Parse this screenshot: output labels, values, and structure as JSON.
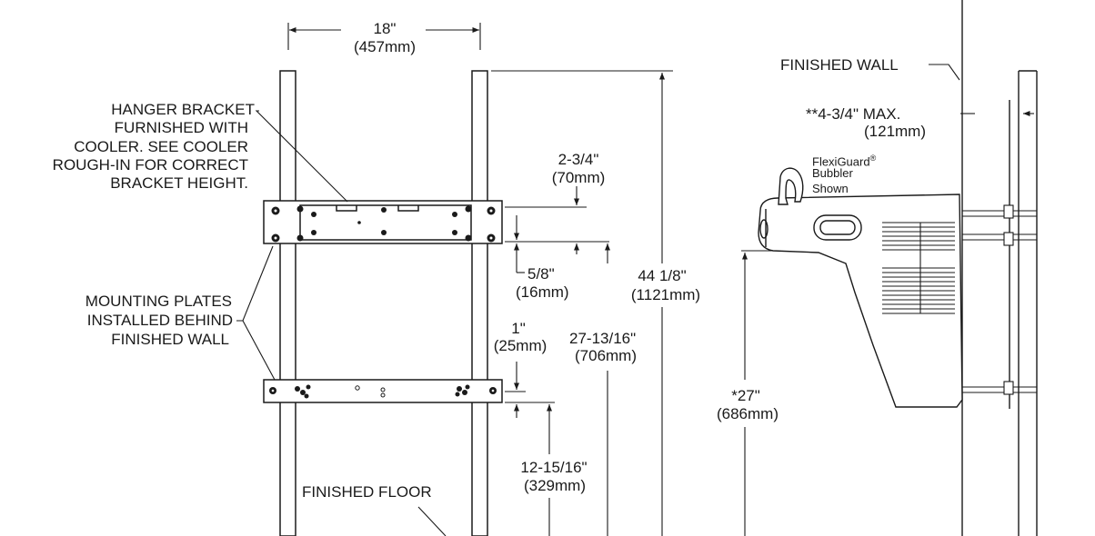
{
  "labels": {
    "width_in": "18\"",
    "width_mm": "(457mm)",
    "hanger_1": "HANGER BRACKET",
    "hanger_2": "FURNISHED WITH",
    "hanger_3": "COOLER. SEE COOLER",
    "hanger_4": "ROUGH-IN FOR CORRECT",
    "hanger_5": "BRACKET HEIGHT.",
    "mount_1": "MOUNTING PLATES",
    "mount_2": "INSTALLED BEHIND",
    "mount_3": "FINISHED WALL",
    "d2_in": "2-3/4\"",
    "d2_mm": "(70mm)",
    "d58_in": "5/8\"",
    "d58_mm": "(16mm)",
    "d1_in": "1\"",
    "d1_mm": "(25mm)",
    "d44_in": "44 1/8\"",
    "d44_mm": "(1121mm)",
    "d27b_in": "27-13/16\"",
    "d27b_mm": "(706mm)",
    "d12_in": "12-15/16\"",
    "d12_mm": "(329mm)",
    "floor": "FINISHED FLOOR",
    "wall": "FINISHED WALL",
    "max_in": "**4-3/4\" MAX.",
    "max_mm": "(121mm)",
    "flexi_brand": "FlexiGuard",
    "flexi_reg": "®",
    "flexi_2": "Bubbler",
    "flexi_3": "Shown",
    "d27_in": "*27\"",
    "d27_mm": "(686mm)"
  }
}
